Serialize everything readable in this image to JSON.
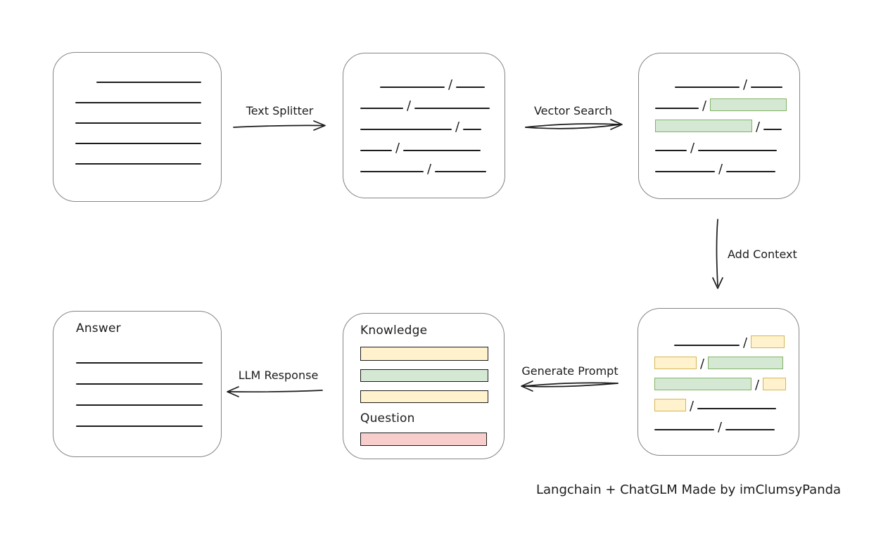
{
  "caption": "Langchain + ChatGLM Made by imClumsyPanda",
  "colors": {
    "ink": "#1c1c1c",
    "box_border": "#858585",
    "green_fill": "#d5e8d4",
    "green_border": "#82b366",
    "yellow_fill": "#fff2cc",
    "yellow_border": "#d6b656",
    "red_fill": "#f8cecc",
    "red_border": "#b85450"
  },
  "labels": {
    "text_splitter": "Text Splitter",
    "vector_search": "Vector Search",
    "add_context": "Add Context",
    "generate_prompt": "Generate Prompt",
    "llm_response": "LLM Response",
    "knowledge": "Knowledge",
    "question": "Question",
    "answer": "Answer"
  },
  "boxes": {
    "document": {
      "rows": [
        {
          "indent": 30,
          "segs": [
            {
              "t": "line",
              "w": 149
            }
          ]
        },
        {
          "indent": 0,
          "segs": [
            {
              "t": "line",
              "w": 179
            }
          ]
        },
        {
          "indent": 0,
          "segs": [
            {
              "t": "line",
              "w": 179
            }
          ]
        },
        {
          "indent": 0,
          "segs": [
            {
              "t": "line",
              "w": 179
            }
          ]
        },
        {
          "indent": 0,
          "segs": [
            {
              "t": "line",
              "w": 179
            }
          ]
        }
      ]
    },
    "chunks": {
      "rows": [
        {
          "indent": 28,
          "segs": [
            {
              "t": "line",
              "w": 92
            },
            {
              "t": "slash"
            },
            {
              "t": "line",
              "w": 41
            }
          ]
        },
        {
          "indent": 0,
          "segs": [
            {
              "t": "line",
              "w": 61
            },
            {
              "t": "slash"
            },
            {
              "t": "line",
              "w": 107
            }
          ]
        },
        {
          "indent": 0,
          "segs": [
            {
              "t": "line",
              "w": 130
            },
            {
              "t": "slash"
            },
            {
              "t": "line",
              "w": 26
            }
          ]
        },
        {
          "indent": 0,
          "segs": [
            {
              "t": "line",
              "w": 45
            },
            {
              "t": "slash"
            },
            {
              "t": "line",
              "w": 110
            }
          ]
        },
        {
          "indent": 0,
          "segs": [
            {
              "t": "line",
              "w": 90
            },
            {
              "t": "slash"
            },
            {
              "t": "line",
              "w": 73
            }
          ]
        }
      ]
    },
    "search_results": {
      "rows": [
        {
          "indent": 28,
          "segs": [
            {
              "t": "line",
              "w": 92
            },
            {
              "t": "slash"
            },
            {
              "t": "line",
              "w": 45
            }
          ]
        },
        {
          "indent": 0,
          "segs": [
            {
              "t": "line",
              "w": 62
            },
            {
              "t": "slash"
            },
            {
              "t": "bar",
              "c": "green",
              "w": 109,
              "h": 18
            }
          ]
        },
        {
          "indent": 0,
          "segs": [
            {
              "t": "bar",
              "c": "green",
              "w": 138,
              "h": 18
            },
            {
              "t": "slash"
            },
            {
              "t": "line",
              "w": 26
            }
          ]
        },
        {
          "indent": 0,
          "segs": [
            {
              "t": "line",
              "w": 45
            },
            {
              "t": "slash"
            },
            {
              "t": "line",
              "w": 112
            }
          ]
        },
        {
          "indent": 0,
          "segs": [
            {
              "t": "line",
              "w": 85
            },
            {
              "t": "slash"
            },
            {
              "t": "line",
              "w": 70
            }
          ]
        }
      ]
    },
    "context": {
      "rows": [
        {
          "indent": 28,
          "segs": [
            {
              "t": "line",
              "w": 93
            },
            {
              "t": "slash"
            },
            {
              "t": "bar",
              "c": "yellow",
              "w": 48,
              "h": 18
            }
          ]
        },
        {
          "indent": 0,
          "segs": [
            {
              "t": "bar",
              "c": "yellow",
              "w": 60,
              "h": 18
            },
            {
              "t": "slash"
            },
            {
              "t": "bar",
              "c": "green",
              "w": 107,
              "h": 18
            }
          ]
        },
        {
          "indent": 0,
          "segs": [
            {
              "t": "bar",
              "c": "green",
              "w": 138,
              "h": 18
            },
            {
              "t": "slash"
            },
            {
              "t": "bar",
              "c": "yellow",
              "w": 33,
              "h": 18
            }
          ]
        },
        {
          "indent": 0,
          "segs": [
            {
              "t": "bar",
              "c": "yellow",
              "w": 45,
              "h": 18
            },
            {
              "t": "slash"
            },
            {
              "t": "line",
              "w": 112
            }
          ]
        },
        {
          "indent": 0,
          "segs": [
            {
              "t": "line",
              "w": 85
            },
            {
              "t": "slash"
            },
            {
              "t": "line",
              "w": 70
            }
          ]
        }
      ]
    },
    "prompt": {
      "knowledge_bars": [
        {
          "c": "yellow",
          "w": 182,
          "h": 20
        },
        {
          "c": "green",
          "w": 182,
          "h": 18
        },
        {
          "c": "yellow",
          "w": 182,
          "h": 18
        }
      ],
      "question_bars": [
        {
          "c": "red",
          "w": 180,
          "h": 19
        }
      ]
    },
    "answer": {
      "rows": [
        {
          "indent": 0,
          "segs": [
            {
              "t": "line",
              "w": 180
            }
          ]
        },
        {
          "indent": 0,
          "segs": [
            {
              "t": "line",
              "w": 180
            }
          ]
        },
        {
          "indent": 0,
          "segs": [
            {
              "t": "line",
              "w": 180
            }
          ]
        },
        {
          "indent": 0,
          "segs": [
            {
              "t": "line",
              "w": 180
            }
          ]
        }
      ]
    }
  }
}
